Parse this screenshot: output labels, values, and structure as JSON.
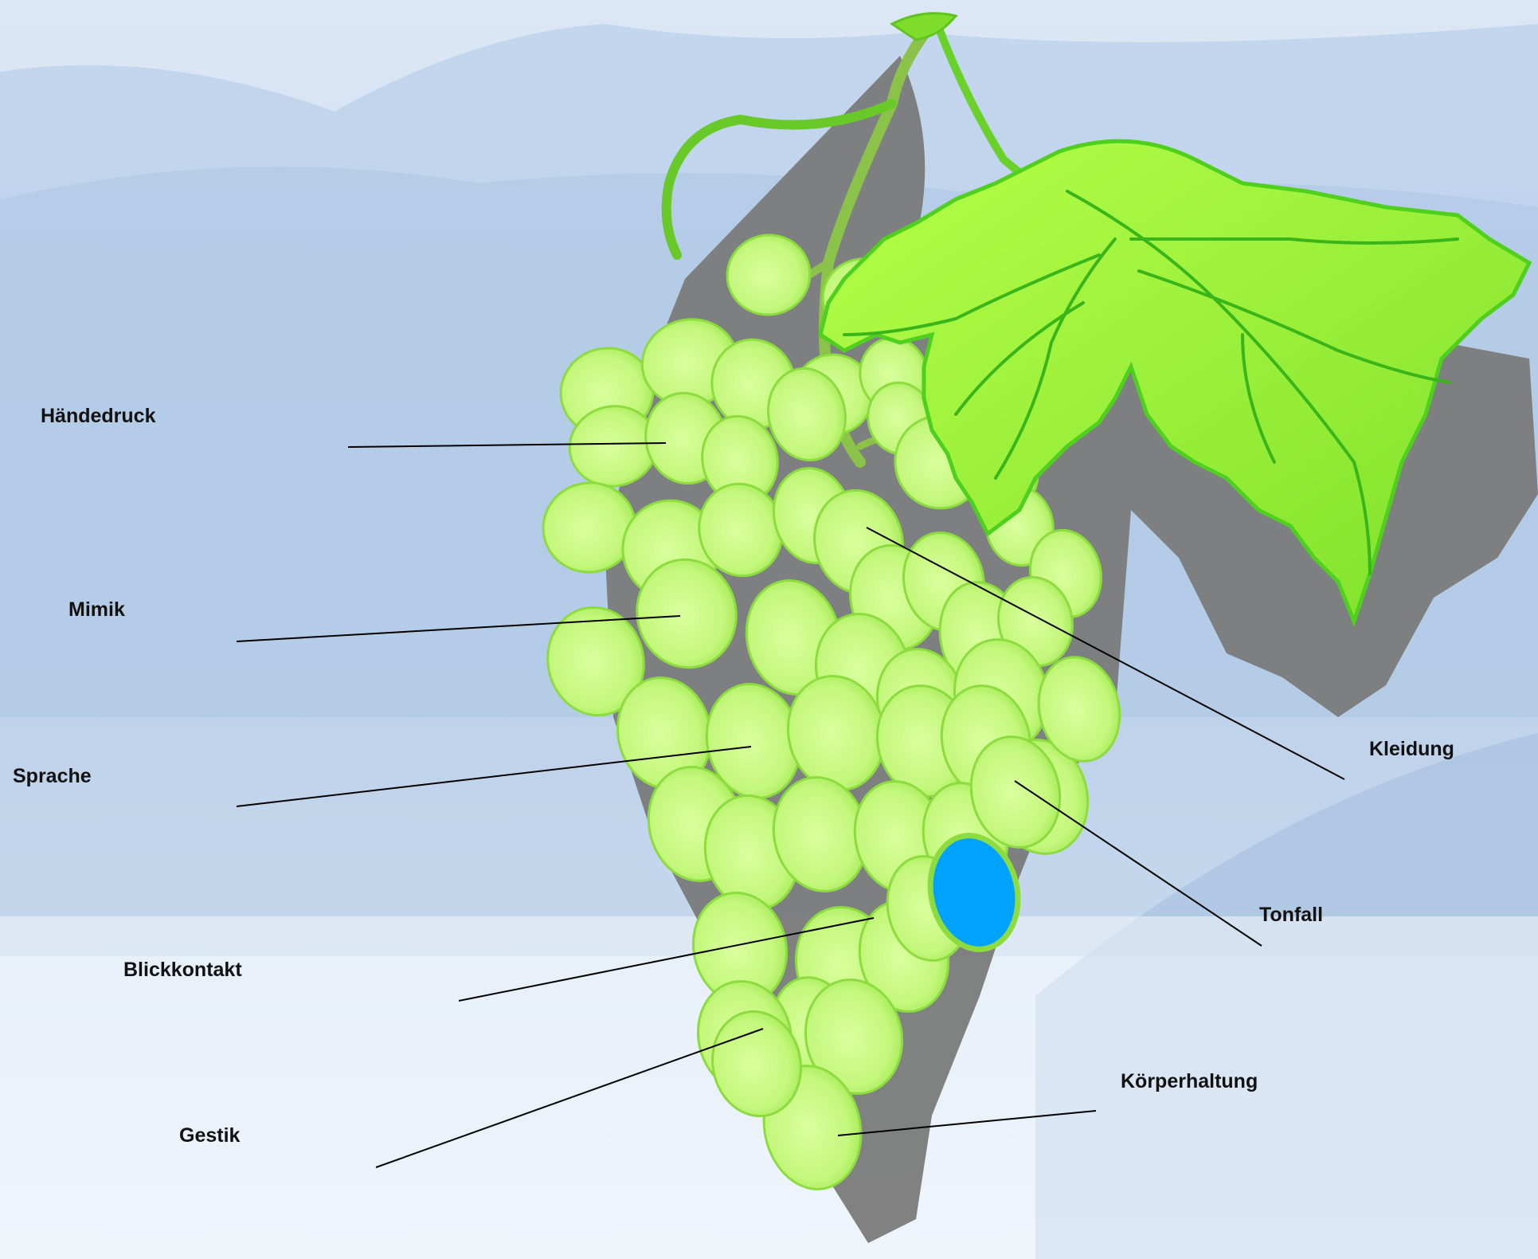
{
  "diagram": {
    "labels": {
      "haendedruck": "Händedruck",
      "mimik": "Mimik",
      "sprache": "Sprache",
      "blickkontakt": "Blickkontakt",
      "gestik": "Gestik",
      "kleidung": "Kleidung",
      "tonfall": "Tonfall",
      "koerperhaltung": "Körperhaltung"
    },
    "colors": {
      "sky_top": "#e3ecf7",
      "mountain": "#a9c3e2",
      "grape_fill": "#c9fb86",
      "grape_edge": "#86d63a",
      "leaf": "#8ff03a",
      "leaf_dark": "#4fcf1e",
      "stem": "#8bc34a",
      "shadow": "#7a7a7a",
      "highlight_grape": "#00a2ff",
      "leader_line": "#000000"
    }
  }
}
